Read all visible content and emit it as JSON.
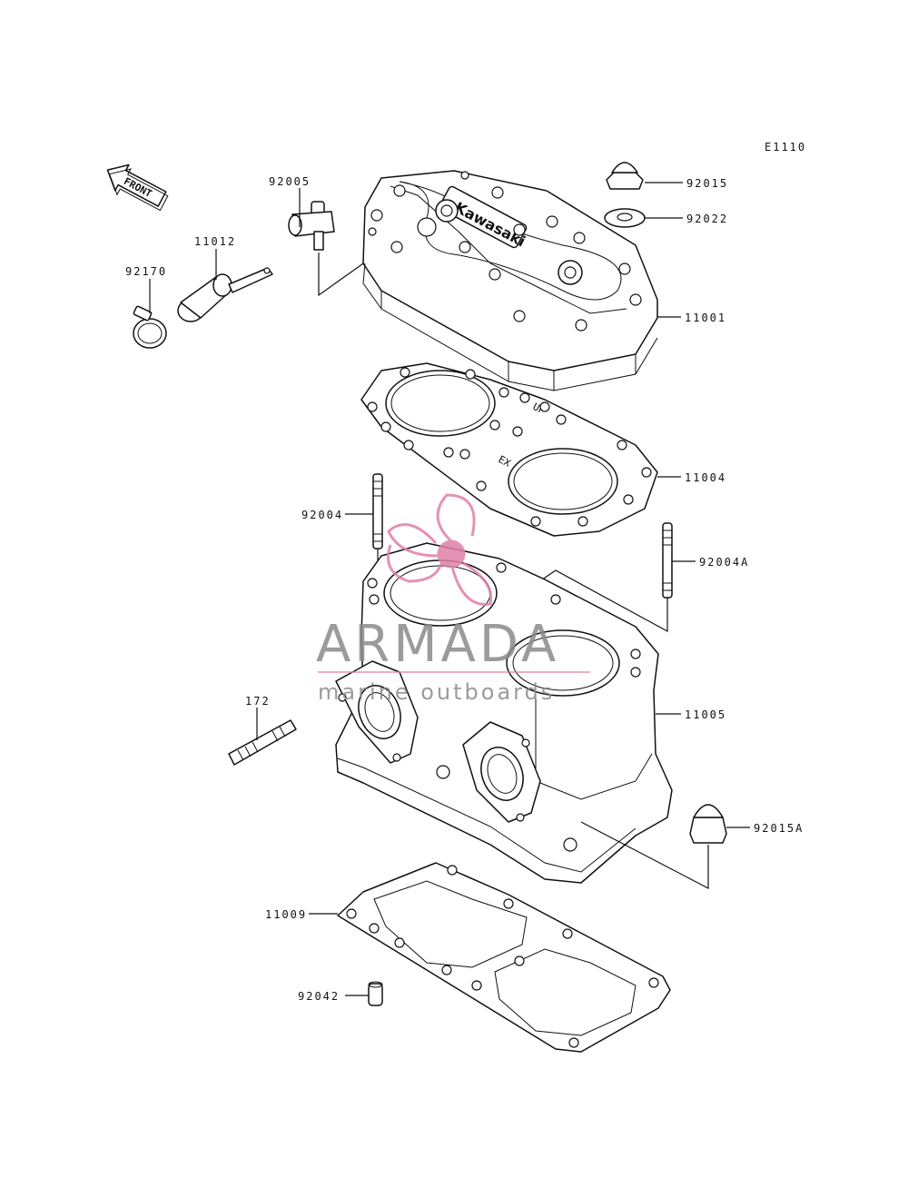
{
  "diagram_code": "E1110",
  "front_label": "FRONT",
  "brand_on_head": "Kawasaki",
  "gasket_marks": {
    "up": "UP",
    "ex": "EX"
  },
  "parts": {
    "p92005": "92005",
    "p11012": "11012",
    "p92170": "92170",
    "p92015": "92015",
    "p92022": "92022",
    "p11001": "11001",
    "p11004": "11004",
    "p92004": "92004",
    "p92004A": "92004A",
    "p172": "172",
    "p11005": "11005",
    "p92015A": "92015A",
    "p11009": "11009",
    "p92042": "92042"
  },
  "watermark": {
    "title": "ARMADA",
    "subtitle": "marine outboards",
    "color_primary": "#e07fa8",
    "color_text": "#8a8a8a"
  }
}
